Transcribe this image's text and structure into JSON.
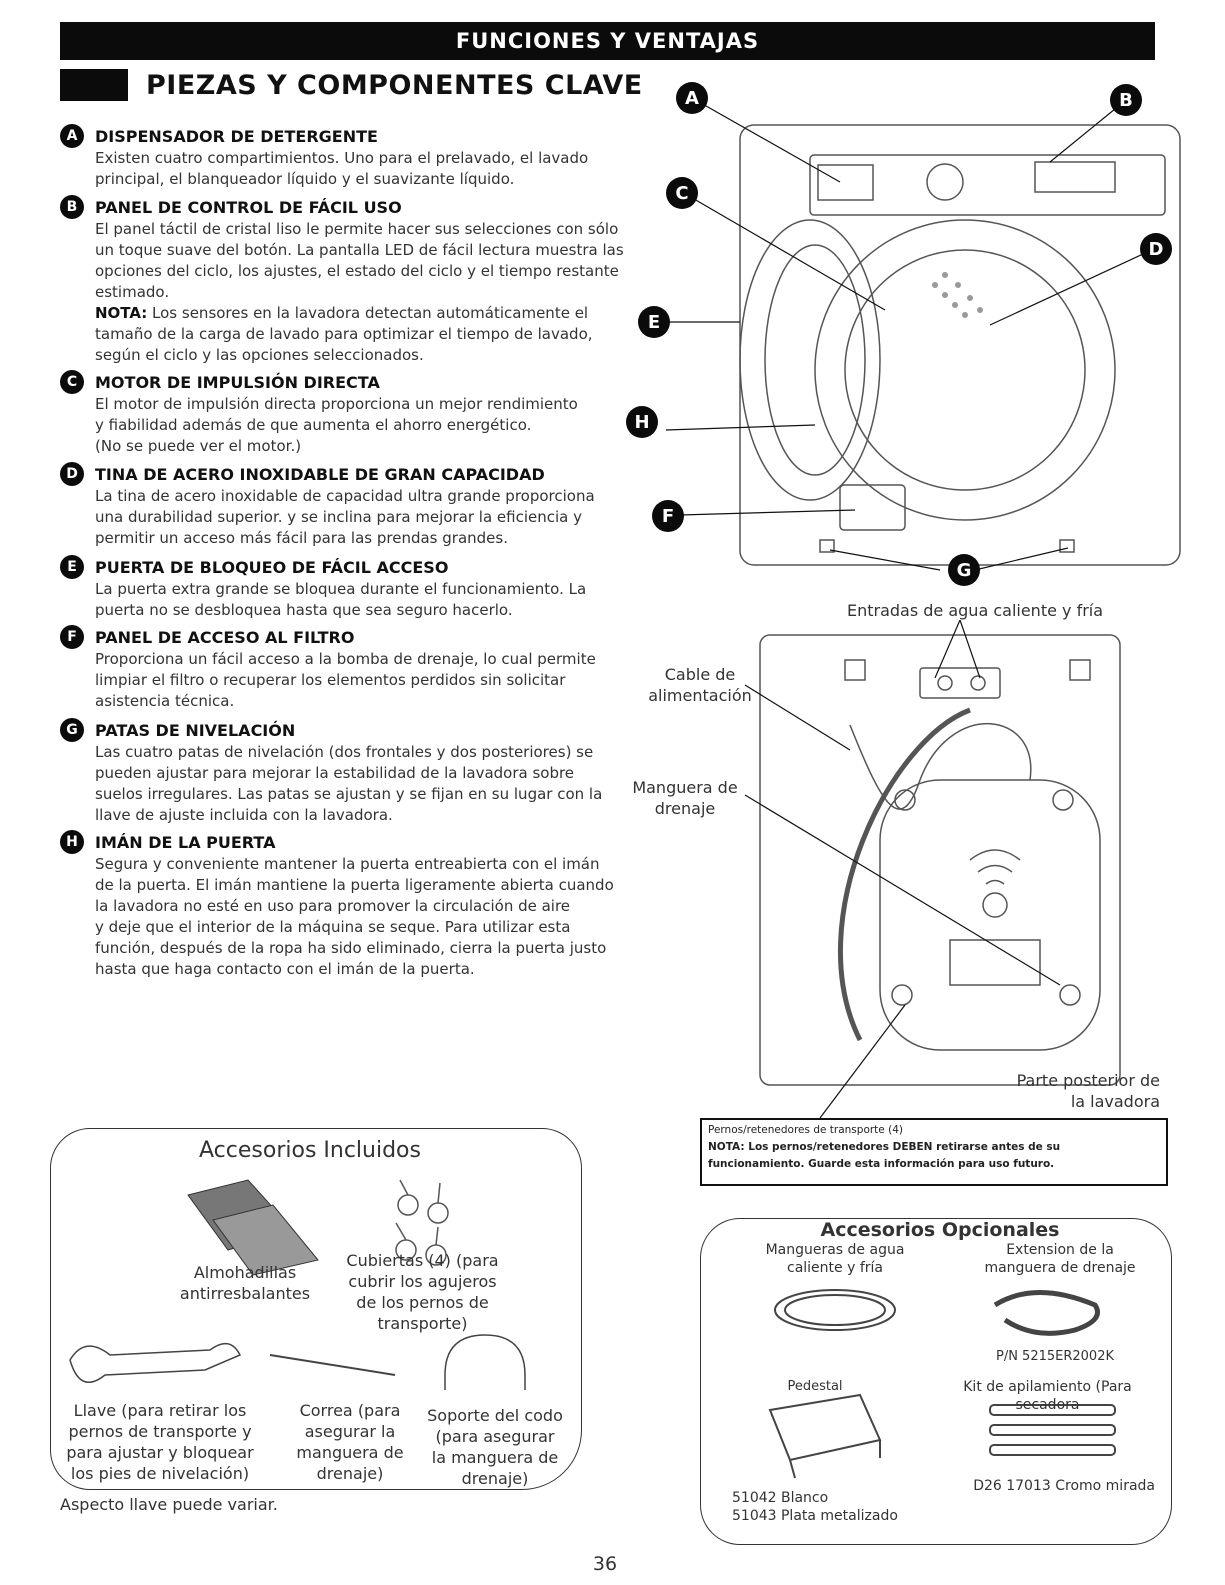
{
  "banner": "FUNCIONES Y VENTAJAS",
  "section_title": "PIEZAS Y COMPONENTES CLAVE",
  "items": [
    {
      "letter": "A",
      "title": "DISPENSADOR DE DETERGENTE",
      "lines": [
        "Existen cuatro compartimientos. Uno para el prelavado, el lavado",
        "principal, el blanqueador líquido y el suavizante líquido."
      ]
    },
    {
      "letter": "B",
      "title": "PANEL DE CONTROL DE FÁCIL USO",
      "lines": [
        "El panel táctil de cristal liso le permite hacer sus selecciones con sólo",
        "un toque suave del botón. La pantalla LED de fácil lectura muestra las",
        "opciones del ciclo, los ajustes, el estado del ciclo y el tiempo restante",
        "estimado."
      ],
      "note_label": "NOTA:",
      "note_lines": [
        " Los sensores en la lavadora detectan automáticamente el",
        "tamaño de la carga de lavado para optimizar el tiempo de lavado,",
        "según el ciclo y las opciones seleccionados."
      ]
    },
    {
      "letter": "C",
      "title": "MOTOR DE IMPULSIÓN DIRECTA",
      "lines": [
        "El motor de impulsión directa proporciona un mejor rendimiento",
        "y fiabilidad además de que aumenta el ahorro energético.",
        "(No se puede ver el motor.)"
      ]
    },
    {
      "letter": "D",
      "title": "TINA DE ACERO INOXIDABLE DE GRAN CAPACIDAD",
      "lines": [
        "La tina de acero inoxidable de capacidad ultra grande proporciona",
        "una durabilidad superior. y se inclina para mejorar la eficiencia y",
        "permitir un acceso más fácil para las prendas grandes."
      ]
    },
    {
      "letter": "E",
      "title": "PUERTA DE BLOQUEO DE FÁCIL ACCESO",
      "lines": [
        "La puerta extra grande se bloquea durante el funcionamiento. La",
        "puerta no se desbloquea hasta que sea seguro hacerlo."
      ]
    },
    {
      "letter": "F",
      "title": "PANEL DE ACCESO AL FILTRO",
      "lines": [
        "Proporciona un fácil acceso a la bomba de drenaje, lo cual permite",
        "limpiar el filtro o recuperar los elementos perdidos sin solicitar",
        "asistencia técnica."
      ]
    },
    {
      "letter": "G",
      "title": "PATAS DE NIVELACIÓN",
      "lines": [
        "Las cuatro patas de nivelación (dos frontales y dos posteriores) se",
        "pueden ajustar para mejorar la estabilidad de la lavadora sobre",
        "suelos irregulares. Las patas se ajustan y se fijan en su lugar con la",
        "llave de ajuste incluida con la lavadora."
      ]
    },
    {
      "letter": "H",
      "title": "IMÁN DE LA PUERTA",
      "lines": [
        "Segura y conveniente mantener la puerta entreabierta con el imán",
        "de la puerta. El imán mantiene la puerta ligeramente abierta cuando",
        "la lavadora no esté en uso para promover la circulación de aire",
        "y deje que el interior de la máquina se seque. Para utilizar esta",
        "función, después de la ropa ha sido eliminado, cierra la puerta justo",
        "hasta que haga contacto con el imán de la puerta."
      ]
    }
  ],
  "diagram_letters": [
    "A",
    "B",
    "C",
    "D",
    "E",
    "H",
    "F",
    "G"
  ],
  "rear": {
    "inlets": "Entradas de agua caliente y fría",
    "power_cord": [
      "Cable de",
      "alimentación"
    ],
    "drain_hose": [
      "Manguera de",
      "drenaje"
    ],
    "rear_label": [
      "Parte posterior de",
      "la lavadora"
    ],
    "bolts_line": "Pernos/retenedores de transporte (4)",
    "note_label": "NOTA:",
    "note_lines": [
      " Los pernos/retenedores DEBEN retirarse antes de su",
      "funcionamiento. Guarde esta información para uso futuro."
    ]
  },
  "included": {
    "title": "Accesorios Incluidos",
    "pads": [
      "Almohadillas",
      "antirresbalantes"
    ],
    "covers": [
      "Cubiertas (4) (para",
      "cubrir los agujeros",
      "de los pernos de",
      "transporte)"
    ],
    "wrench": [
      "Llave (para retirar los",
      "pernos de transporte y",
      "para ajustar y bloquear",
      "los pies de nivelación)"
    ],
    "strap": [
      "Correa (para",
      "asegurar la",
      "manguera de",
      "drenaje)"
    ],
    "elbow": [
      "Soporte del codo",
      "(para asegurar",
      "la manguera de",
      "drenaje)"
    ],
    "footnote": "Aspecto llave puede variar."
  },
  "optional": {
    "title": "Accesorios Opcionales",
    "hoses": [
      "Mangueras de agua",
      "caliente y fría"
    ],
    "ext": [
      "Extension de la",
      "manguera de drenaje"
    ],
    "pn": "P/N 5215ER2002K",
    "pedestal": "Pedestal",
    "pedestal_models": [
      "51042 Blanco",
      "51043 Plata metalizado"
    ],
    "kit": [
      "Kit de apilamiento (Para",
      "secadora"
    ],
    "kit_model": "D26 17013 Cromo mirada"
  },
  "page_number": "36"
}
